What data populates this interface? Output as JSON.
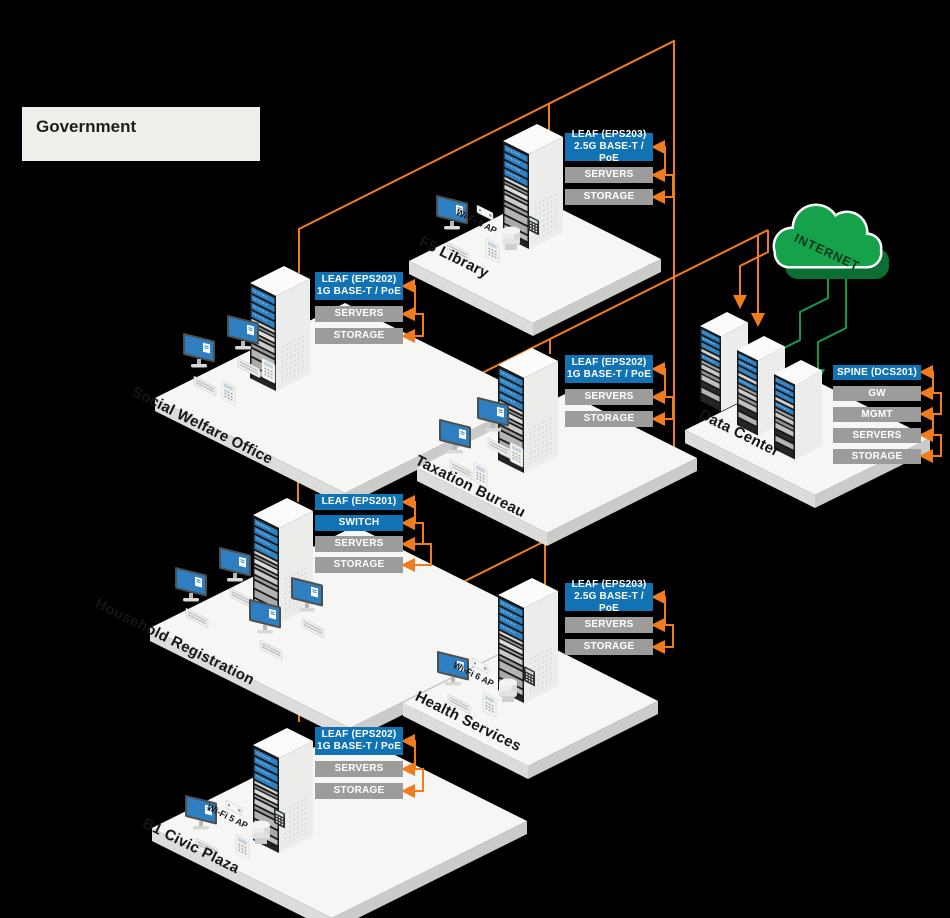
{
  "colors": {
    "background": "#000000",
    "accent_orange": "#f07c1e",
    "link_green": "#169a47",
    "label_blue": "#1273b4",
    "label_gray": "#9d9c9b",
    "cloud_green": "#16a14b",
    "cloud_green_dark": "#0b6e33"
  },
  "government": {
    "label": "Government"
  },
  "internet": {
    "label": "INTERNET"
  },
  "sites": {
    "f5_library": {
      "name": "F5 Library",
      "ap_label": "Wi-Fi 6 AP",
      "stack": [
        {
          "line1": "LEAF (EPS203)",
          "line2": "2.5G BASE-T / PoE"
        },
        {
          "line1": "SERVERS"
        },
        {
          "line1": "STORAGE"
        }
      ]
    },
    "social_welfare_office": {
      "name": "Social Welfare Office",
      "stack": [
        {
          "line1": "LEAF (EPS202)",
          "line2": "1G BASE-T / PoE"
        },
        {
          "line1": "SERVERS"
        },
        {
          "line1": "STORAGE"
        }
      ]
    },
    "taxation_bureau": {
      "name": "Taxation Bureau",
      "stack": [
        {
          "line1": "LEAF (EPS202)",
          "line2": "1G BASE-T / PoE"
        },
        {
          "line1": "SERVERS"
        },
        {
          "line1": "STORAGE"
        }
      ]
    },
    "household_registration": {
      "name": "Household Registration",
      "stack": [
        {
          "line1": "LEAF (EPS201)"
        },
        {
          "line1": "SWITCH"
        },
        {
          "line1": "SERVERS"
        },
        {
          "line1": "STORAGE"
        }
      ]
    },
    "health_services": {
      "name": "Health Services",
      "ap_label": "Wi-Fi 6 AP",
      "stack": [
        {
          "line1": "LEAF (EPS203)",
          "line2": "2.5G BASE-T / PoE"
        },
        {
          "line1": "SERVERS"
        },
        {
          "line1": "STORAGE"
        }
      ]
    },
    "b1_civic_plaza": {
      "name": "B1 Civic Plaza",
      "ap_label": "Wi-Fi 5 AP",
      "stack": [
        {
          "line1": "LEAF (EPS202)",
          "line2": "1G BASE-T / PoE"
        },
        {
          "line1": "SERVERS"
        },
        {
          "line1": "STORAGE"
        }
      ]
    },
    "data_center": {
      "name": "Data Center",
      "stack": [
        {
          "line1": "SPINE (DCS201)"
        },
        {
          "line1": "GW"
        },
        {
          "line1": "MGMT"
        },
        {
          "line1": "SERVERS"
        },
        {
          "line1": "STORAGE"
        }
      ]
    }
  }
}
